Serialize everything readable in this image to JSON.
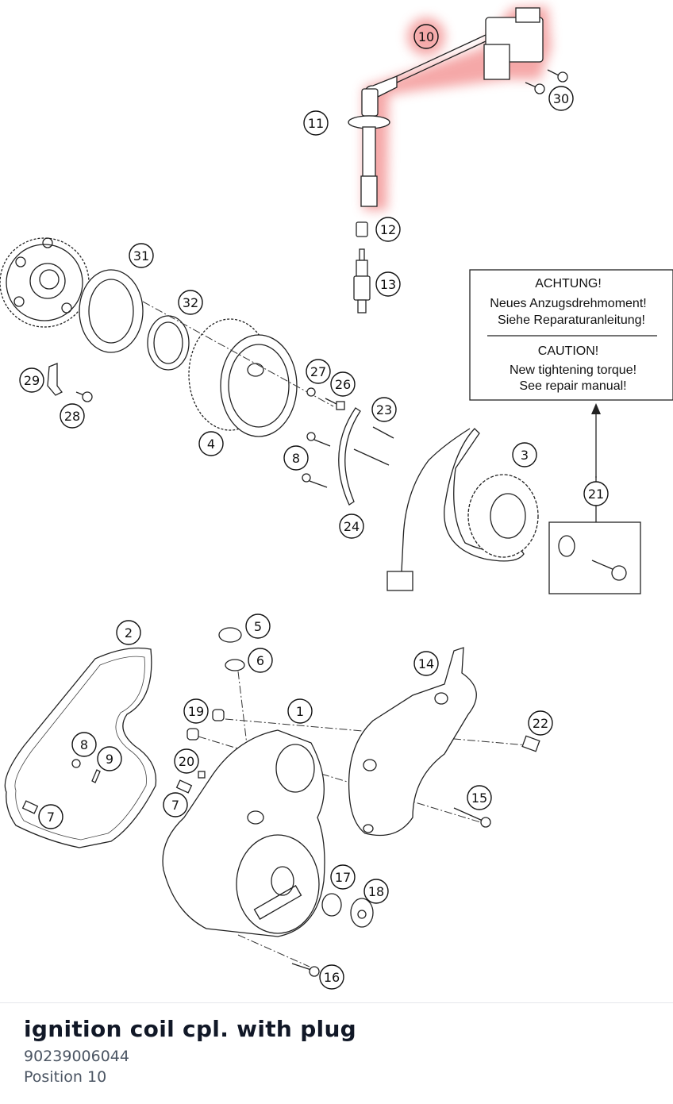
{
  "diagram": {
    "highlight_color": "#f28b8b",
    "highlighted_position": "10",
    "callouts": [
      "1",
      "2",
      "3",
      "4",
      "5",
      "6",
      "7",
      "7",
      "8",
      "8",
      "9",
      "10",
      "11",
      "12",
      "13",
      "14",
      "15",
      "16",
      "17",
      "18",
      "19",
      "20",
      "21",
      "22",
      "23",
      "24",
      "26",
      "27",
      "28",
      "29",
      "30",
      "31",
      "32"
    ],
    "warning_note": {
      "line1": "ACHTUNG!",
      "line2": "Neues Anzugsdrehmoment!",
      "line3": "Siehe Reparaturanleitung!",
      "line4": "CAUTION!",
      "line5": "New tightening torque!",
      "line6": "See repair manual!"
    }
  },
  "part": {
    "title": "ignition coil cpl. with plug",
    "number": "90239006044",
    "position": "Position 10"
  }
}
